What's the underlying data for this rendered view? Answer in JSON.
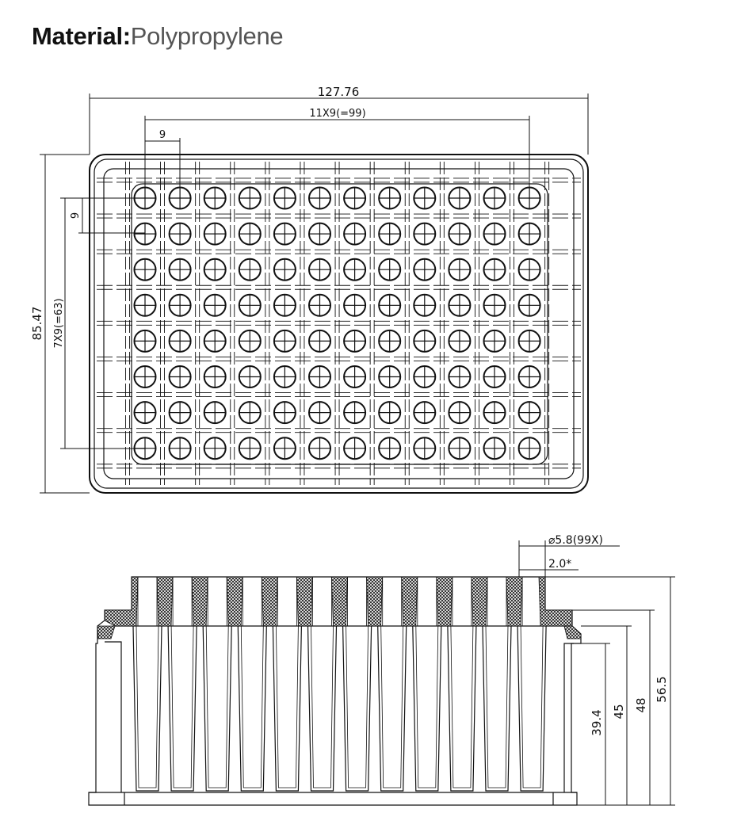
{
  "title": {
    "label": "Material:",
    "value": "Polypropylene"
  },
  "top_view": {
    "overall_width": "127.76",
    "well_span_x": "11X9(=99)",
    "pitch_x": "9",
    "overall_height": "85.47",
    "well_span_y": "7X9(=63)",
    "pitch_y": "9",
    "well_rows": 8,
    "well_columns": 12
  },
  "side_view": {
    "well_diameter": "⌀5.8(99X)",
    "wall": "2.0*",
    "dim_39_4": "39.4",
    "dim_45": "45",
    "dim_48": "48",
    "dim_56_5": "56.5"
  },
  "colors": {
    "line": "#111111",
    "text_gray": "#555555"
  }
}
